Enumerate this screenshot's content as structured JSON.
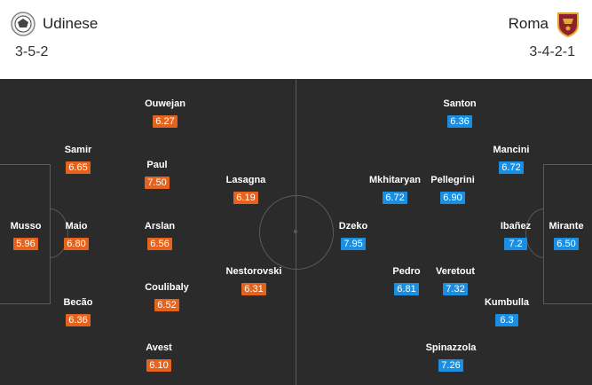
{
  "home": {
    "name": "Udinese",
    "formation": "3-5-2",
    "crest_icon": "udinese-crest-icon",
    "players": [
      {
        "name": "Musso",
        "rating": "5.96"
      },
      {
        "name": "Samir",
        "rating": "6.65"
      },
      {
        "name": "Maio",
        "rating": "6.80"
      },
      {
        "name": "Becão",
        "rating": "6.36"
      },
      {
        "name": "Ouwejan",
        "rating": "6.27"
      },
      {
        "name": "Paul",
        "rating": "7.50"
      },
      {
        "name": "Arslan",
        "rating": "6.56"
      },
      {
        "name": "Coulibaly",
        "rating": "6.52"
      },
      {
        "name": "Avest",
        "rating": "6.10"
      },
      {
        "name": "Lasagna",
        "rating": "6.19"
      },
      {
        "name": "Nestorovski",
        "rating": "6.31"
      }
    ]
  },
  "away": {
    "name": "Roma",
    "formation": "3-4-2-1",
    "crest_icon": "roma-crest-icon",
    "players": [
      {
        "name": "Mirante",
        "rating": "6.50"
      },
      {
        "name": "Mancini",
        "rating": "6.72"
      },
      {
        "name": "Ibañez",
        "rating": "7.2"
      },
      {
        "name": "Kumbulla",
        "rating": "6.3"
      },
      {
        "name": "Santon",
        "rating": "6.36"
      },
      {
        "name": "Pellegrini",
        "rating": "6.90"
      },
      {
        "name": "Veretout",
        "rating": "7.32"
      },
      {
        "name": "Spinazzola",
        "rating": "7.26"
      },
      {
        "name": "Mkhitaryan",
        "rating": "6.72"
      },
      {
        "name": "Pedro",
        "rating": "6.81"
      },
      {
        "name": "Dzeko",
        "rating": "7.95"
      }
    ]
  },
  "colors": {
    "home_rating": "#e5631d",
    "away_rating": "#1a8ee0",
    "pitch": "#2b2b2b",
    "lines": "#5a5a5a"
  }
}
